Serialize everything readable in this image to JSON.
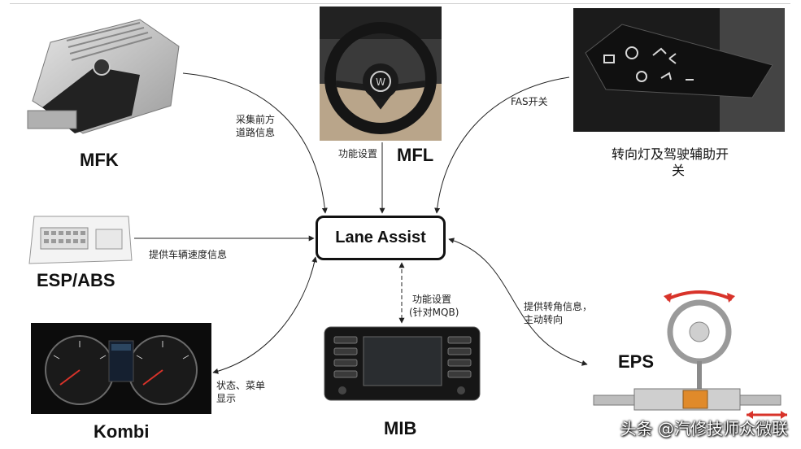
{
  "center": {
    "label": "Lane Assist"
  },
  "nodes": {
    "mfk": {
      "label": "MFK"
    },
    "mfl": {
      "label": "MFL"
    },
    "esp": {
      "label": "ESP/ABS"
    },
    "kombi": {
      "label": "Kombi"
    },
    "mib": {
      "label": "MIB"
    },
    "eps": {
      "label": "EPS"
    },
    "stalk": {
      "label_line1": "转向灯及驾驶辅助开",
      "label_line2": "关"
    }
  },
  "edges": {
    "mfk": {
      "line1": "采集前方",
      "line2": "道路信息"
    },
    "mfl": {
      "line1": "功能设置"
    },
    "stalk": {
      "line1": "FAS开关"
    },
    "esp": {
      "line1": "提供车辆速度信息"
    },
    "mib": {
      "line1": "功能设置",
      "line2": "(针对MQB)"
    },
    "eps": {
      "line1": "提供转角信息，",
      "line2": "主动转向"
    },
    "kombi": {
      "line1": "状态、菜单",
      "line2": "显示"
    }
  },
  "watermark": "头条 @汽修技师众微联",
  "colors": {
    "accent_red": "#d8332a",
    "line": "#222222"
  }
}
